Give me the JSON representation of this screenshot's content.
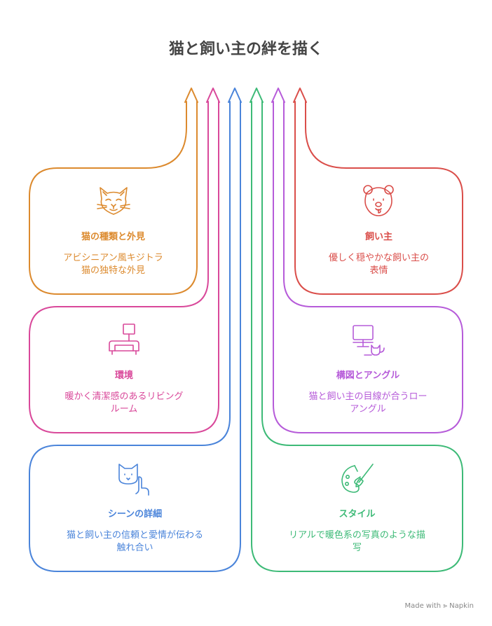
{
  "title": "猫と飼い主の絆を描く",
  "footer": "Made with ⪢ Napkin",
  "colors": {
    "orange": "#DC8A2E",
    "pink": "#D9489A",
    "blue": "#4A84DA",
    "green": "#3DBA77",
    "purple": "#B65BD9",
    "red": "#DA4E4A"
  },
  "cards": {
    "cat_breed": {
      "title": "猫の種類と外見",
      "desc_line1": "アビシニアン風キジトラ",
      "desc_line2": "猫の独特な外見",
      "icon": "cat-face-icon"
    },
    "environment": {
      "title": "環境",
      "desc_line1": "暖かく清潔感のあるリビング",
      "desc_line2": "ルーム",
      "icon": "sofa-lamp-icon"
    },
    "scene": {
      "title": "シーンの詳細",
      "desc_line1": "猫と飼い主の信頼と愛情が伝わる",
      "desc_line2": "触れ合い",
      "icon": "cat-hand-icon"
    },
    "owner": {
      "title": "飼い主",
      "desc_line1": "優しく穏やかな飼い主の",
      "desc_line2": "表情",
      "icon": "owner-face-icon"
    },
    "composition": {
      "title": "構図とアングル",
      "desc_line1": "猫と飼い主の目線が合うロー",
      "desc_line2": "アングル",
      "icon": "monitor-cat-icon"
    },
    "style": {
      "title": "スタイル",
      "desc_line1": "リアルで暖色系の写真のような描",
      "desc_line2": "写",
      "icon": "palette-brush-icon"
    }
  }
}
